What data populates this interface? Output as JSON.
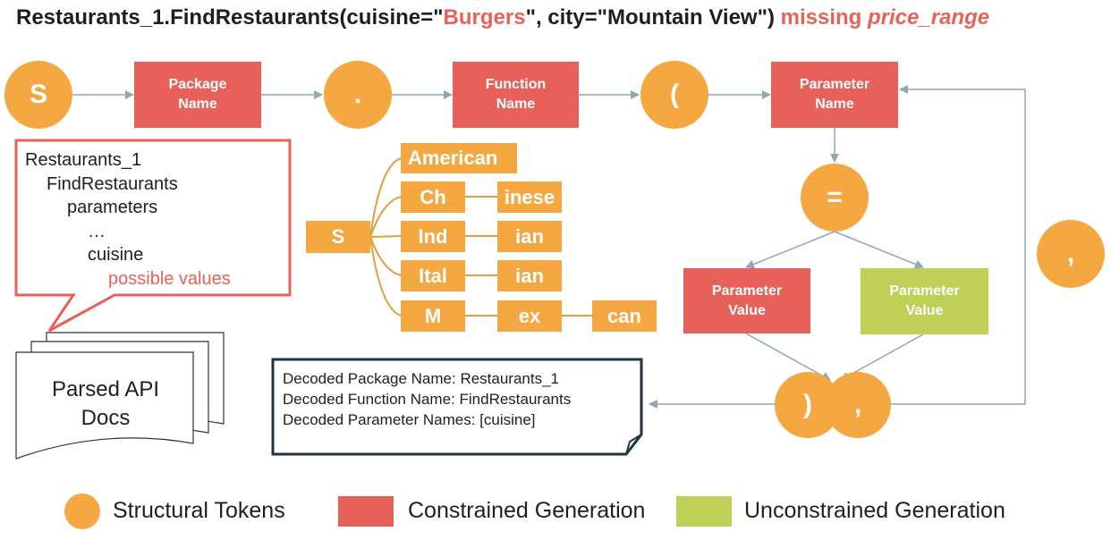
{
  "title": {
    "prefix": "Restaurants_1.FindRestaurants(cuisine=\"",
    "cuisine": "Burgers",
    "mid": "\", city=\"Mountain View\")",
    "missing": "missing",
    "missing_param": "price_range"
  },
  "nodes": {
    "start": "S",
    "dot": ".",
    "paren_open": "(",
    "equals": "=",
    "paren_close": ")",
    "comma_merge": ",",
    "comma_loop": ",",
    "package_name": "Package\nName",
    "function_name": "Function\nName",
    "parameter_name": "Parameter\nName",
    "parameter_value_constrained": "Parameter\nValue",
    "parameter_value_unconstrained": "Parameter\nValue"
  },
  "callout": {
    "lines": [
      "Restaurants_1",
      "FindRestaurants",
      "parameters",
      "…",
      "cuisine"
    ],
    "highlight": "possible values"
  },
  "docs": {
    "label": "Parsed API\nDocs"
  },
  "token_tree": {
    "root": "S",
    "branches": [
      [
        "American"
      ],
      [
        "Ch",
        "inese"
      ],
      [
        "Ind",
        "ian"
      ],
      [
        "Ital",
        "ian"
      ],
      [
        "M",
        "ex",
        "can"
      ]
    ]
  },
  "decoded": {
    "lines": [
      "Decoded Package Name: Restaurants_1",
      "Decoded Function Name: FindRestaurants",
      "Decoded Parameter Names: [cuisine]"
    ]
  },
  "legend": {
    "structural": "Structural Tokens",
    "constrained": "Constrained Generation",
    "unconstrained": "Unconstrained Generation"
  },
  "colors": {
    "structural": "#f5a742",
    "constrained": "#e8605a",
    "unconstrained": "#bed058",
    "edge": "#8fa8b4",
    "highlight": "#e8625a",
    "tree_line": "#e0a040"
  }
}
